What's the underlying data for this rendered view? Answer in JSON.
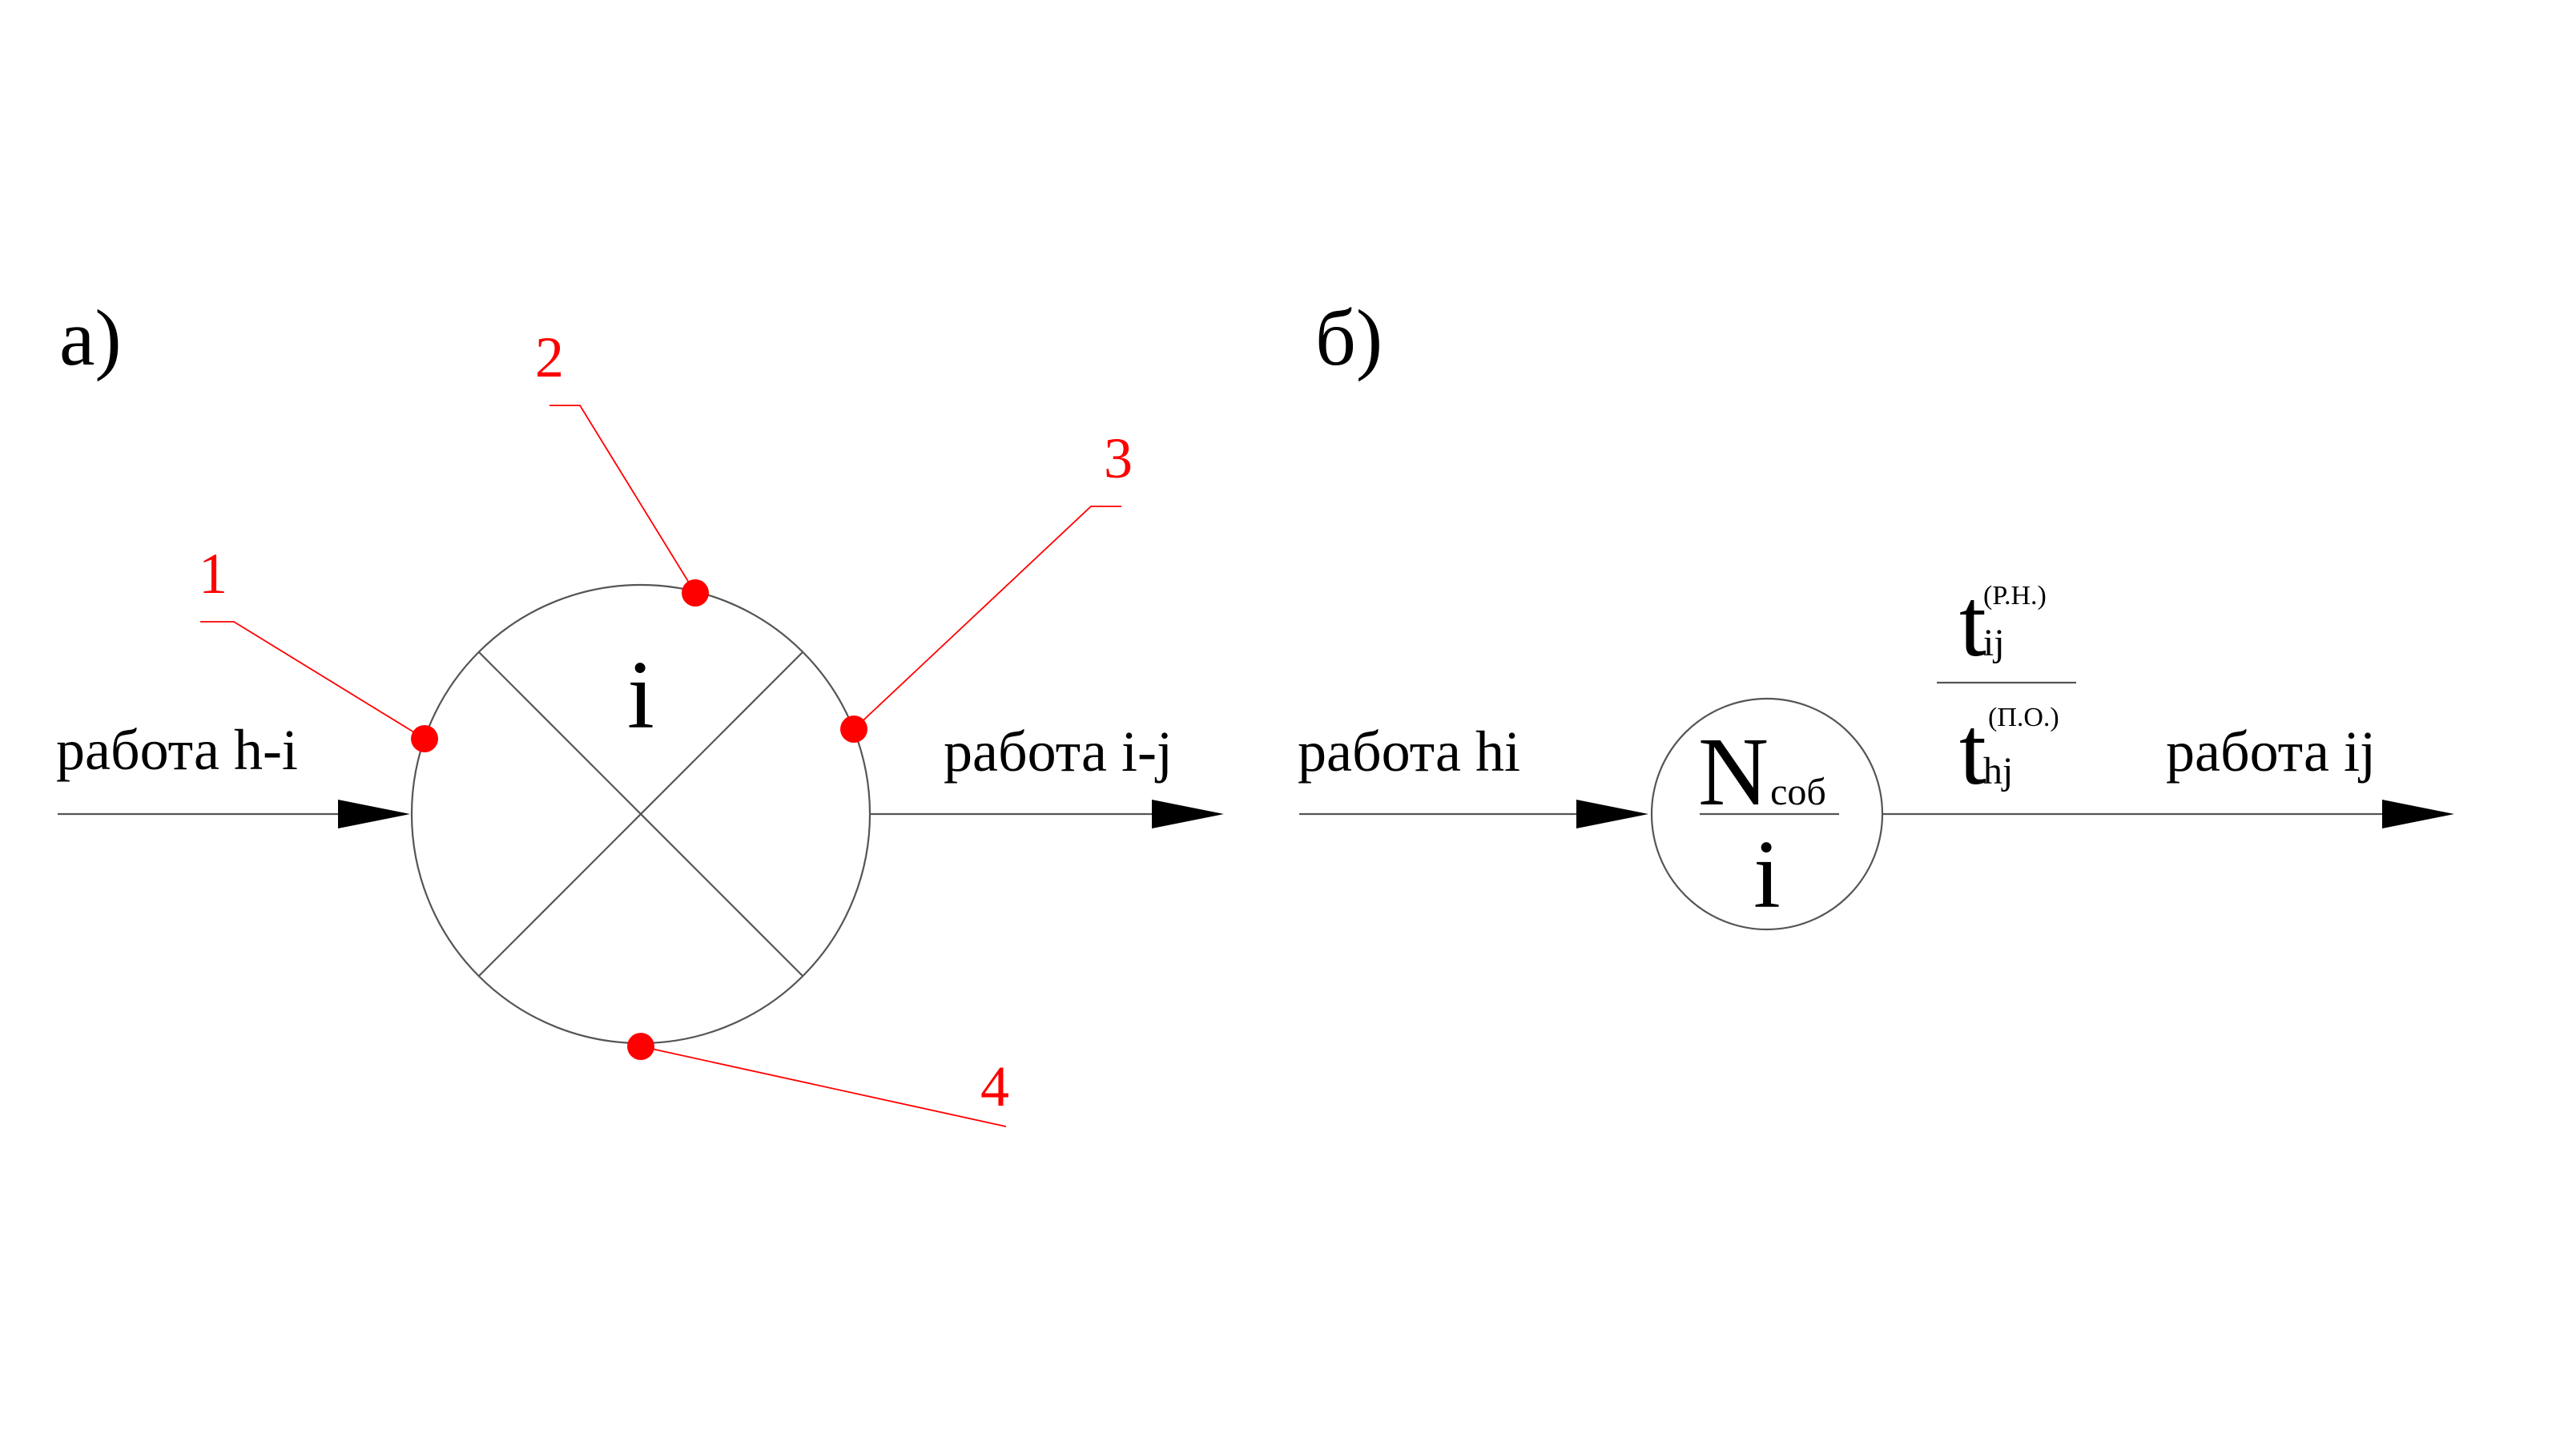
{
  "diagram_a": {
    "panel_label": "а)",
    "incoming_label": "работа h-i",
    "outgoing_label": "работа i-j",
    "node_label": "i",
    "callouts": [
      "1",
      "2",
      "3",
      "4"
    ]
  },
  "diagram_b": {
    "panel_label": "б)",
    "incoming_label": "работа hi",
    "outgoing_label": "работа ij",
    "node_main": "N",
    "node_main_sub": "соб",
    "node_bottom": "i",
    "edge_top_main": "t",
    "edge_top_sub": "ij",
    "edge_top_sup": "(Р.Н.)",
    "edge_bottom_main": "t",
    "edge_bottom_sub": "hj",
    "edge_bottom_sup": "(П.О.)"
  },
  "colors": {
    "line": "#555555",
    "callout": "#ff0000",
    "text": "#000000"
  }
}
